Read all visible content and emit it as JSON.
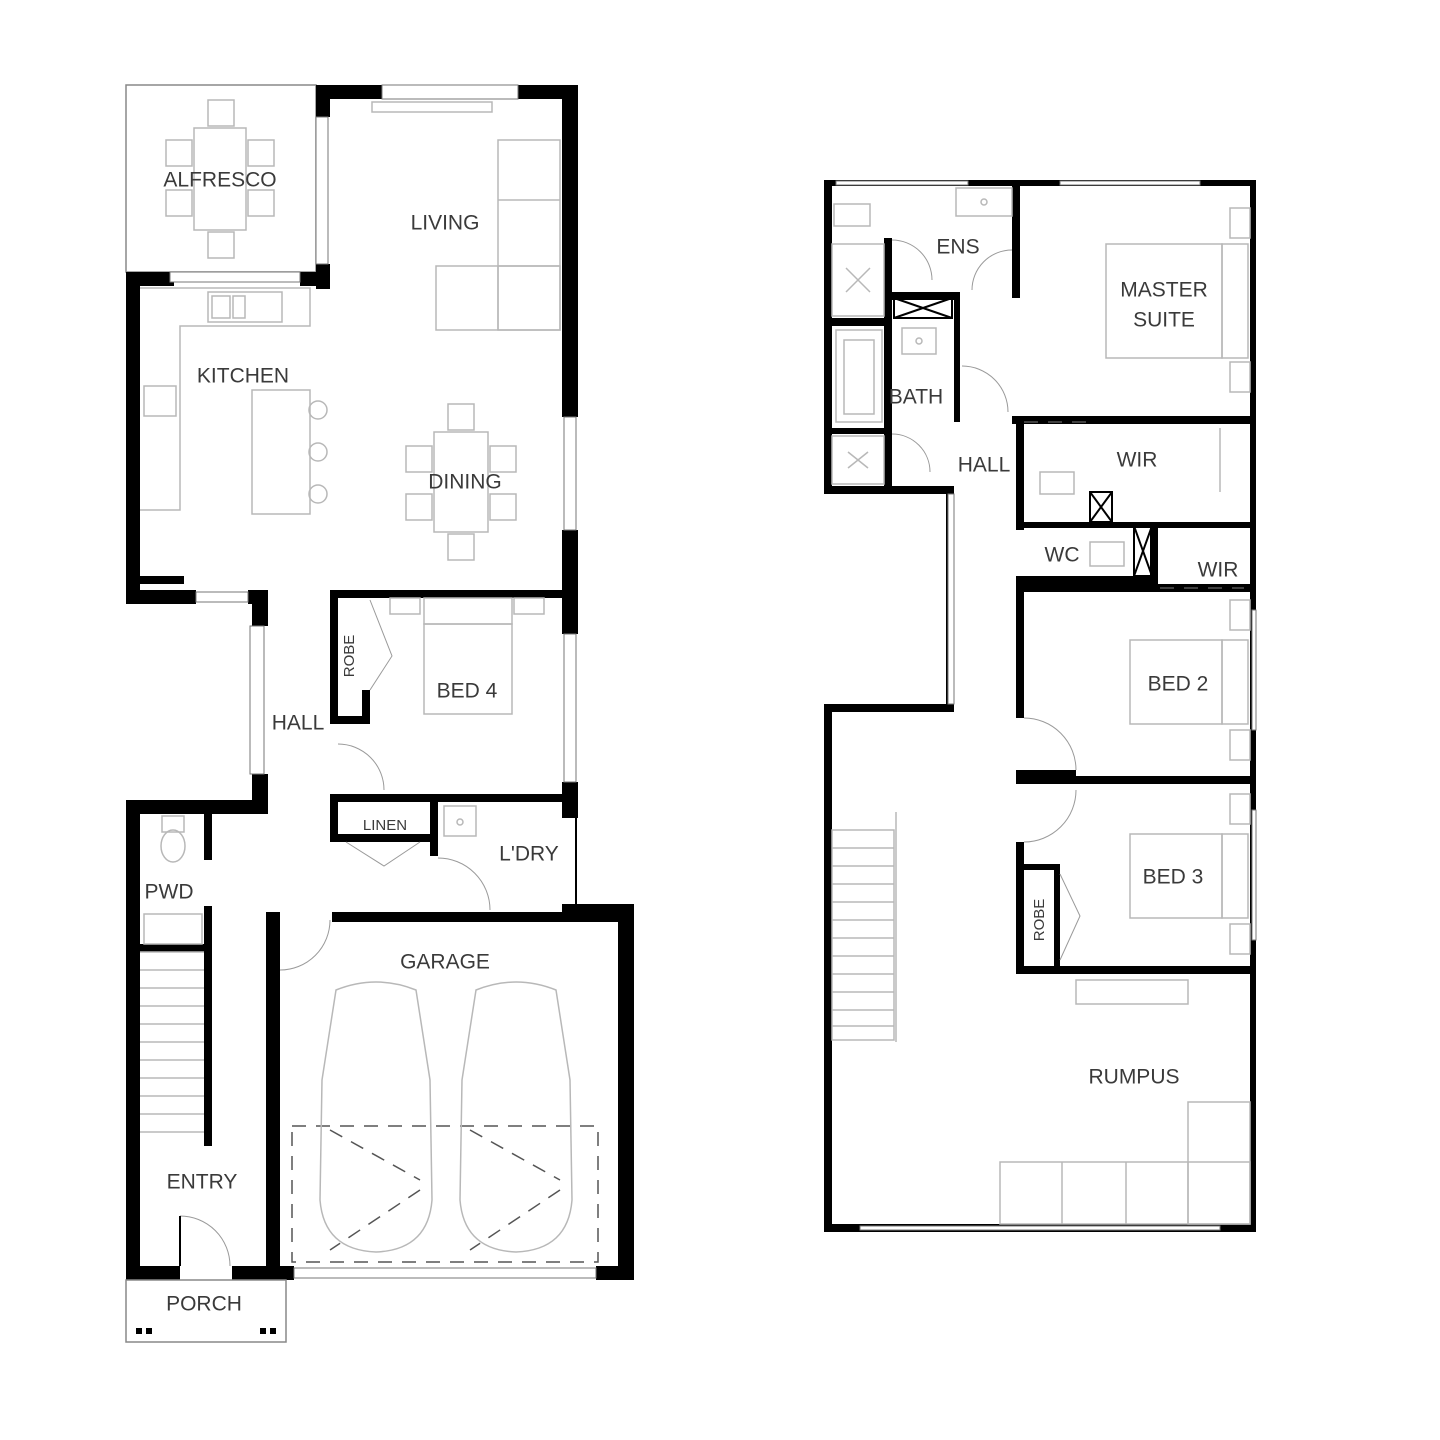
{
  "ground_floor": {
    "rooms": {
      "alfresco": "ALFRESCO",
      "living": "LIVING",
      "kitchen": "KITCHEN",
      "dining": "DINING",
      "bed4": "BED 4",
      "robe": "ROBE",
      "hall": "HALL",
      "linen": "LINEN",
      "laundry": "L'DRY",
      "pwd": "PWD",
      "garage": "GARAGE",
      "entry": "ENTRY",
      "porch": "PORCH"
    }
  },
  "upper_floor": {
    "rooms": {
      "ens": "ENS",
      "master_line1": "MASTER",
      "master_line2": "SUITE",
      "bath": "BATH",
      "hall": "HALL",
      "wir_master": "WIR",
      "wc": "WC",
      "wir_bed2": "WIR",
      "bed2": "BED 2",
      "bed3": "BED 3",
      "robe": "ROBE",
      "rumpus": "RUMPUS"
    }
  },
  "colors": {
    "wall": "#000000",
    "furniture": "#b8b8b8",
    "label": "#3a3a3a"
  }
}
